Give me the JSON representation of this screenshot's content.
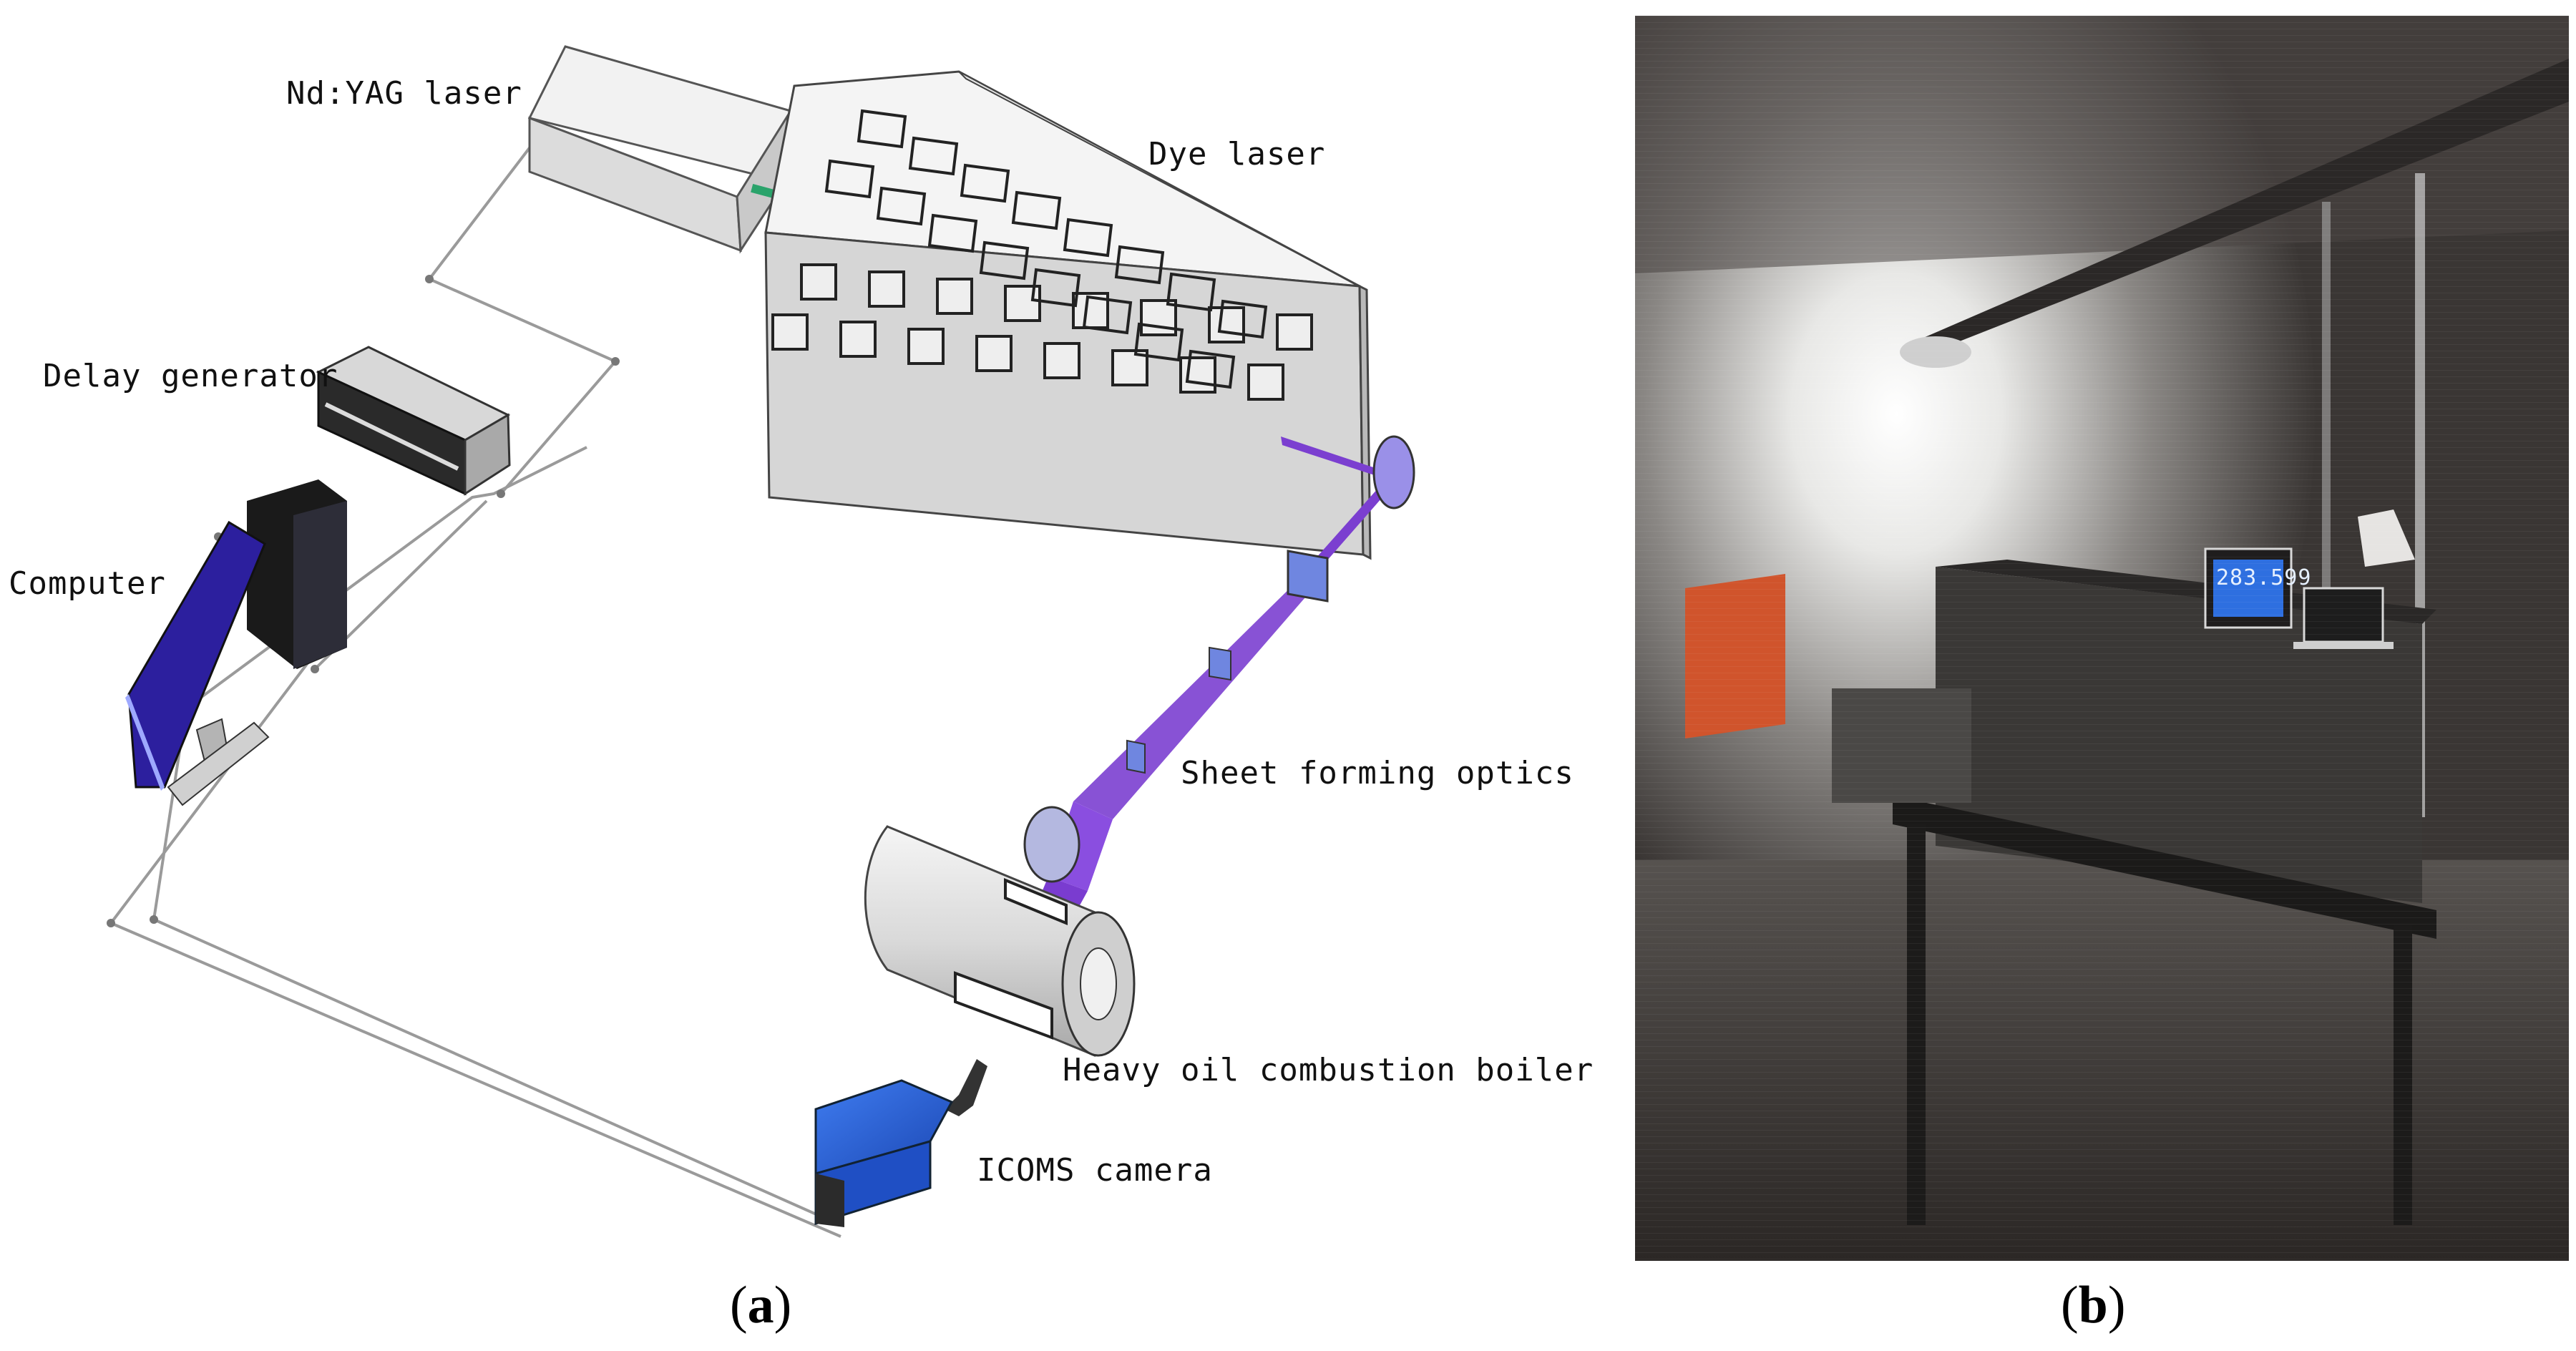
{
  "panel_a": {
    "labels": {
      "nd_yag_laser": "Nd:YAG laser",
      "dye_laser": "Dye laser",
      "delay_generator": "Delay generator",
      "computer": "Computer",
      "sheet_forming_optics": "Sheet forming optics",
      "heavy_oil_boiler": "Heavy oil combustion boiler",
      "icoms_camera": "ICOMS camera"
    },
    "caption": {
      "open": "(",
      "letter": "a",
      "close": ")"
    }
  },
  "panel_b": {
    "readout": "283.599",
    "caption": {
      "open": "(",
      "letter": "b",
      "close": ")"
    }
  },
  "colors": {
    "beam": "#7b3fd0",
    "camera": "#2a63d6",
    "monitor": "#2c1f9e",
    "wire": "#9a9a9a"
  }
}
